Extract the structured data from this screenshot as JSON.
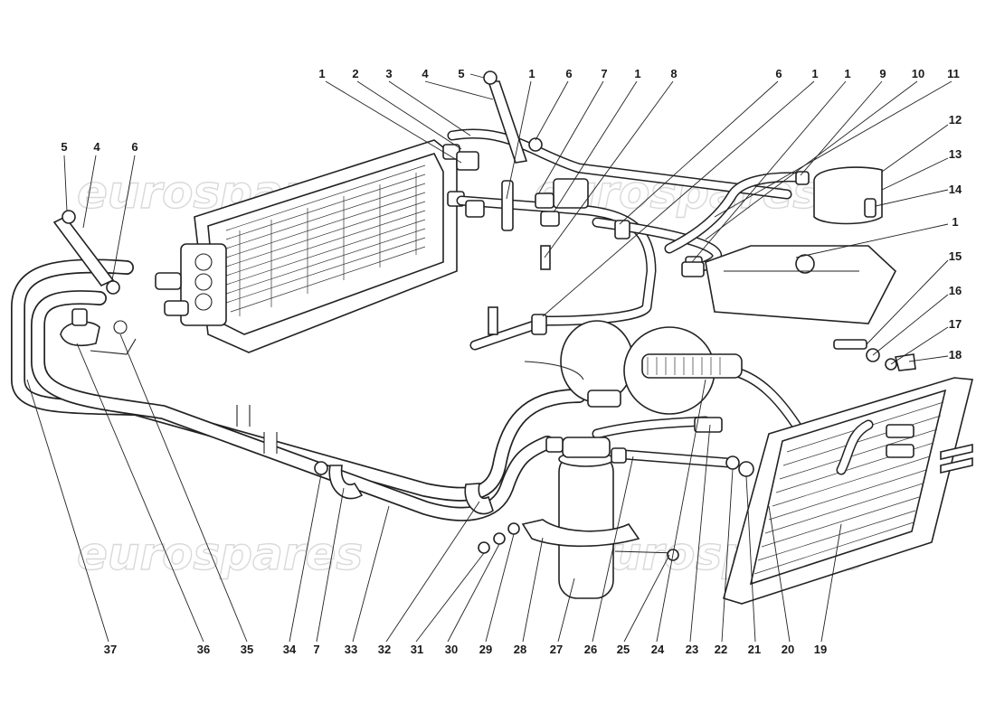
{
  "watermark": {
    "text": "eurospares"
  },
  "colors": {
    "line": "#222222",
    "watermark": "#d9d9d9",
    "background": "#ffffff"
  },
  "callouts": {
    "top": [
      "1",
      "2",
      "3",
      "4",
      "5",
      "1",
      "6",
      "7",
      "1",
      "8",
      "6",
      "1",
      "1",
      "9",
      "10",
      "11"
    ],
    "left": [
      "5",
      "4",
      "6"
    ],
    "right": [
      "12",
      "13",
      "14",
      "1",
      "15",
      "16",
      "17",
      "18"
    ],
    "bottom": [
      "37",
      "36",
      "35",
      "34",
      "7",
      "33",
      "32",
      "31",
      "30",
      "29",
      "28",
      "27",
      "26",
      "25",
      "24",
      "23",
      "22",
      "21",
      "20",
      "19"
    ]
  }
}
